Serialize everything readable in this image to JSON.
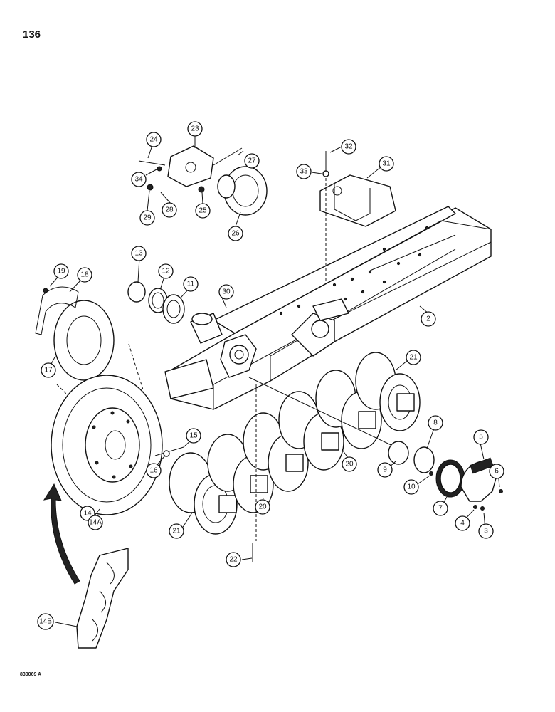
{
  "page": {
    "number": "136",
    "figure_code": "830069 A"
  },
  "callouts": [
    {
      "label": "2"
    },
    {
      "label": "3"
    },
    {
      "label": "4"
    },
    {
      "label": "5"
    },
    {
      "label": "6"
    },
    {
      "label": "7"
    },
    {
      "label": "8"
    },
    {
      "label": "9"
    },
    {
      "label": "10"
    },
    {
      "label": "11"
    },
    {
      "label": "12"
    },
    {
      "label": "13"
    },
    {
      "label": "14"
    },
    {
      "label": "14A"
    },
    {
      "label": "14B"
    },
    {
      "label": "15"
    },
    {
      "label": "16"
    },
    {
      "label": "17"
    },
    {
      "label": "18"
    },
    {
      "label": "19"
    },
    {
      "label": "20"
    },
    {
      "label": "20"
    },
    {
      "label": "21"
    },
    {
      "label": "21"
    },
    {
      "label": "22"
    },
    {
      "label": "23"
    },
    {
      "label": "24"
    },
    {
      "label": "25"
    },
    {
      "label": "26"
    },
    {
      "label": "27"
    },
    {
      "label": "28"
    },
    {
      "label": "29"
    },
    {
      "label": "30"
    },
    {
      "label": "31"
    },
    {
      "label": "32"
    },
    {
      "label": "33"
    },
    {
      "label": "34"
    }
  ]
}
